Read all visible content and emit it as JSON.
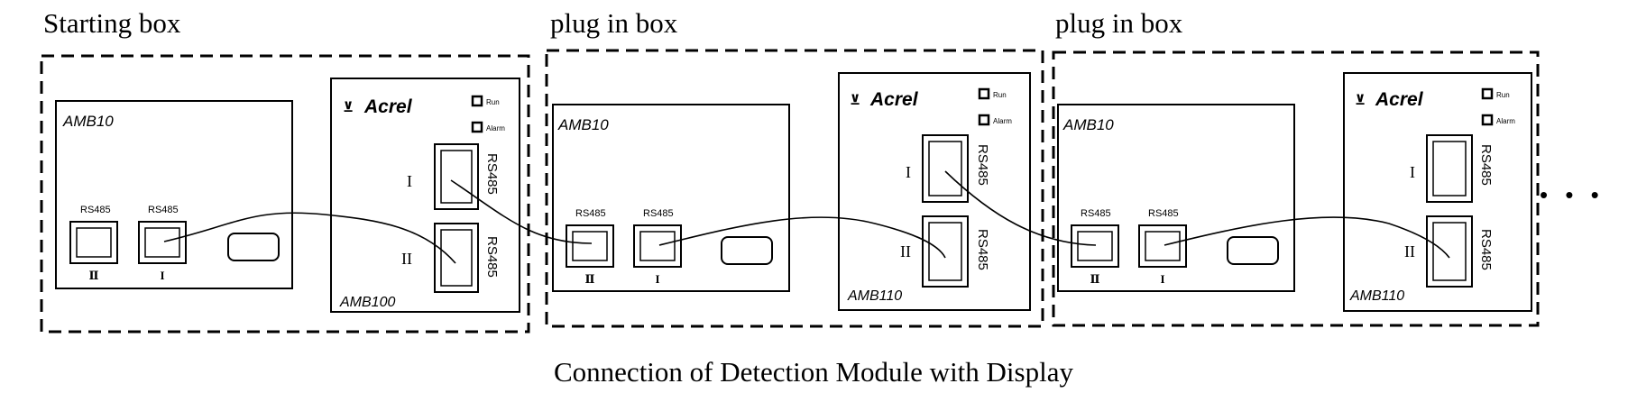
{
  "caption": "Connection of Detection Module with Display",
  "ellipsis": "• • •",
  "labels": {
    "rs485": "RS485",
    "port_one": "I",
    "port_two": "II",
    "port_two_small": "Ⅱ",
    "led_run": "Run",
    "led_alarm": "Alarm"
  },
  "groups": [
    {
      "title": "Starting box",
      "display_model": "AMB10",
      "module_brand": "Acrel",
      "module_model": "AMB100"
    },
    {
      "title": "plug in box",
      "display_model": "AMB10",
      "module_brand": "Acrel",
      "module_model": "AMB110"
    },
    {
      "title": "plug in box",
      "display_model": "AMB10",
      "module_brand": "Acrel",
      "module_model": "AMB110"
    }
  ]
}
